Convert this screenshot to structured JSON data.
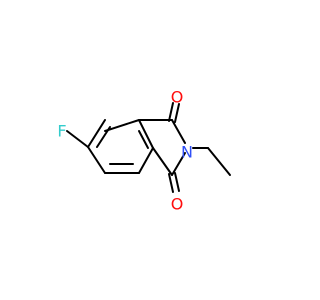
{
  "structure": {
    "atoms": [
      {
        "id": "F",
        "label": "F",
        "color": "#33CCCC"
      },
      {
        "id": "O1",
        "label": "O",
        "color": "#FF0D0D"
      },
      {
        "id": "O2",
        "label": "O",
        "color": "#FF0D0D"
      },
      {
        "id": "N",
        "label": "N",
        "color": "#3050F8"
      }
    ]
  }
}
